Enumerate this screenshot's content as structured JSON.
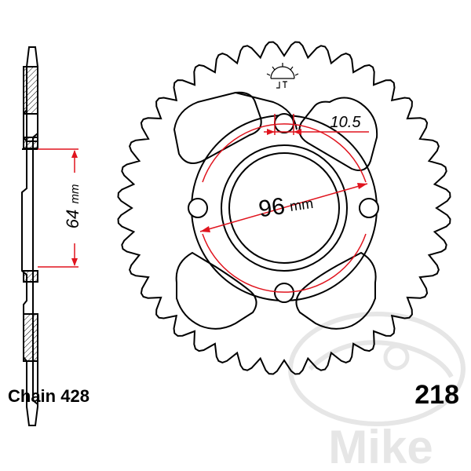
{
  "labels": {
    "chain": "Chain 428",
    "part_number": "218",
    "side_dimension": "64",
    "side_dimension_unit": "mm",
    "bolt_circle": "96",
    "bolt_circle_unit": "mm",
    "bolt_hole": "10.5",
    "watermark": "Mike"
  },
  "sprocket": {
    "teeth": 40,
    "bolt_holes": 4
  },
  "colors": {
    "outline": "#000000",
    "dimension": "#e0141e",
    "watermark": "#e6e6e6"
  },
  "icons": {
    "logo": "jt-logo-icon"
  }
}
